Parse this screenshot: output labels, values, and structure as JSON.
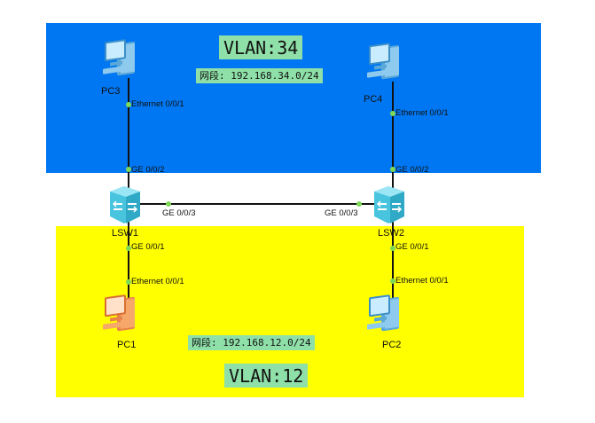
{
  "colors": {
    "vlan34_zone": "#0077f2",
    "vlan12_zone": "#ffff00",
    "label_bg": "#8fe0a8",
    "link": "#111111",
    "port_dot": "#7ed957",
    "pc_blue": "#8ec9ee",
    "pc_orange": "#f6a86a",
    "switch_cyan": "#5fd3e8"
  },
  "zones": {
    "vlan34": {
      "title": "VLAN:34",
      "subnet": "网段: 192.168.34.0/24"
    },
    "vlan12": {
      "title": "VLAN:12",
      "subnet": "网段: 192.168.12.0/24"
    }
  },
  "devices": {
    "pc1": {
      "label": "PC1",
      "icon": "pc-icon",
      "color": "orange"
    },
    "pc2": {
      "label": "PC2",
      "icon": "pc-icon",
      "color": "blue"
    },
    "pc3": {
      "label": "PC3",
      "icon": "pc-icon",
      "color": "blue"
    },
    "pc4": {
      "label": "PC4",
      "icon": "pc-icon",
      "color": "blue"
    },
    "lsw1": {
      "label": "LSW1",
      "icon": "switch-icon"
    },
    "lsw2": {
      "label": "LSW2",
      "icon": "switch-icon"
    }
  },
  "links": [
    {
      "from": "pc3",
      "from_port": "Ethernet 0/0/1",
      "to": "lsw1",
      "to_port": "GE 0/0/2"
    },
    {
      "from": "pc4",
      "from_port": "Ethernet 0/0/1",
      "to": "lsw2",
      "to_port": "GE 0/0/2"
    },
    {
      "from": "lsw1",
      "from_port": "GE 0/0/3",
      "to": "lsw2",
      "to_port": "GE 0/0/3"
    },
    {
      "from": "lsw1",
      "from_port": "GE 0/0/1",
      "to": "pc1",
      "to_port": "Ethernet 0/0/1"
    },
    {
      "from": "lsw2",
      "from_port": "GE 0/0/1",
      "to": "pc2",
      "to_port": "Ethernet 0/0/1"
    }
  ]
}
